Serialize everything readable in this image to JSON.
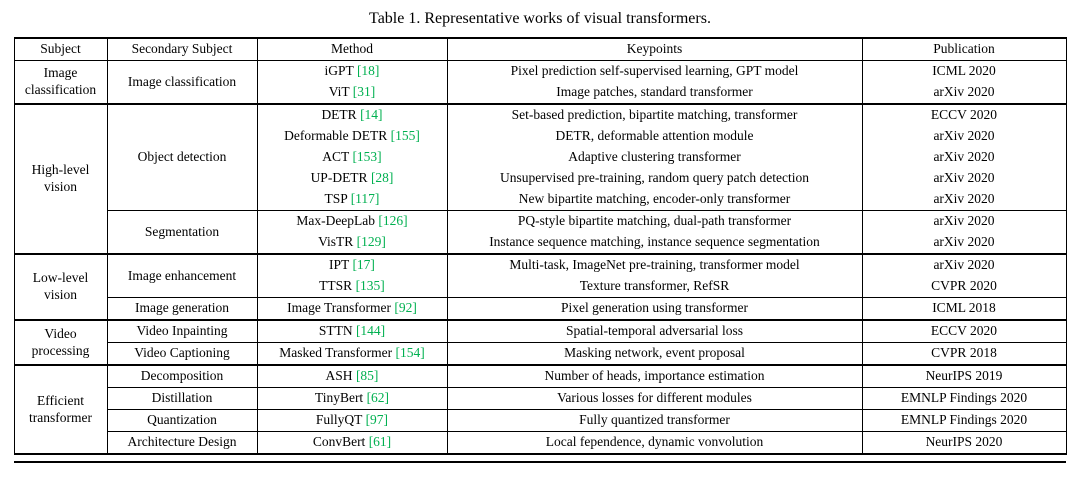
{
  "caption": "Table 1. Representative works of visual transformers.",
  "colors": {
    "citation": "#00b050",
    "text": "#000000",
    "background": "#ffffff"
  },
  "table": {
    "columns": [
      "Subject",
      "Secondary Subject",
      "Method",
      "Keypoints",
      "Publication"
    ],
    "groups": [
      {
        "subject": "Image classification",
        "subgroups": [
          {
            "secondary": "Image classification",
            "rows": [
              {
                "method": "iGPT",
                "cite": "18",
                "keypoints": "Pixel prediction self-supervised learning, GPT model",
                "publication": "ICML 2020"
              },
              {
                "method": "ViT",
                "cite": "31",
                "keypoints": "Image patches, standard transformer",
                "publication": "arXiv 2020"
              }
            ]
          }
        ]
      },
      {
        "subject": "High-level vision",
        "subgroups": [
          {
            "secondary": "Object detection",
            "rows": [
              {
                "method": "DETR",
                "cite": "14",
                "keypoints": "Set-based prediction, bipartite matching, transformer",
                "publication": "ECCV 2020"
              },
              {
                "method": "Deformable DETR",
                "cite": "155",
                "keypoints": "DETR, deformable attention module",
                "publication": "arXiv 2020"
              },
              {
                "method": "ACT",
                "cite": "153",
                "keypoints": "Adaptive clustering transformer",
                "publication": "arXiv 2020"
              },
              {
                "method": "UP-DETR",
                "cite": "28",
                "keypoints": "Unsupervised pre-training, random query patch detection",
                "publication": "arXiv 2020"
              },
              {
                "method": "TSP",
                "cite": "117",
                "keypoints": "New bipartite matching, encoder-only transformer",
                "publication": "arXiv 2020"
              }
            ]
          },
          {
            "secondary": "Segmentation",
            "rows": [
              {
                "method": "Max-DeepLab",
                "cite": "126",
                "keypoints": "PQ-style bipartite matching, dual-path transformer",
                "publication": "arXiv 2020"
              },
              {
                "method": "VisTR",
                "cite": "129",
                "keypoints": "Instance sequence matching, instance sequence segmentation",
                "publication": "arXiv 2020"
              }
            ]
          }
        ]
      },
      {
        "subject": "Low-level vision",
        "subgroups": [
          {
            "secondary": "Image enhancement",
            "rows": [
              {
                "method": "IPT",
                "cite": "17",
                "keypoints": "Multi-task, ImageNet pre-training, transformer model",
                "publication": "arXiv 2020"
              },
              {
                "method": "TTSR",
                "cite": "135",
                "keypoints": "Texture transformer, RefSR",
                "publication": "CVPR 2020"
              }
            ]
          },
          {
            "secondary": "Image generation",
            "rows": [
              {
                "method": "Image Transformer",
                "cite": "92",
                "keypoints": "Pixel generation using transformer",
                "publication": "ICML 2018"
              }
            ]
          }
        ]
      },
      {
        "subject": "Video processing",
        "subgroups": [
          {
            "secondary": "Video Inpainting",
            "rows": [
              {
                "method": "STTN",
                "cite": "144",
                "keypoints": "Spatial-temporal adversarial loss",
                "publication": "ECCV 2020"
              }
            ]
          },
          {
            "secondary": "Video Captioning",
            "rows": [
              {
                "method": "Masked Transformer",
                "cite": "154",
                "keypoints": "Masking network, event proposal",
                "publication": "CVPR 2018"
              }
            ]
          }
        ]
      },
      {
        "subject": "Efficient transformer",
        "subgroups": [
          {
            "secondary": "Decomposition",
            "rows": [
              {
                "method": "ASH",
                "cite": "85",
                "keypoints": "Number of heads, importance estimation",
                "publication": "NeurIPS 2019"
              }
            ]
          },
          {
            "secondary": "Distillation",
            "rows": [
              {
                "method": "TinyBert",
                "cite": "62",
                "keypoints": "Various losses for different modules",
                "publication": "EMNLP Findings 2020"
              }
            ]
          },
          {
            "secondary": "Quantization",
            "rows": [
              {
                "method": "FullyQT",
                "cite": "97",
                "keypoints": "Fully quantized transformer",
                "publication": "EMNLP Findings 2020"
              }
            ]
          },
          {
            "secondary": "Architecture Design",
            "rows": [
              {
                "method": "ConvBert",
                "cite": "61",
                "keypoints": "Local fependence, dynamic vonvolution",
                "publication": "NeurIPS 2020"
              }
            ]
          }
        ]
      }
    ]
  }
}
